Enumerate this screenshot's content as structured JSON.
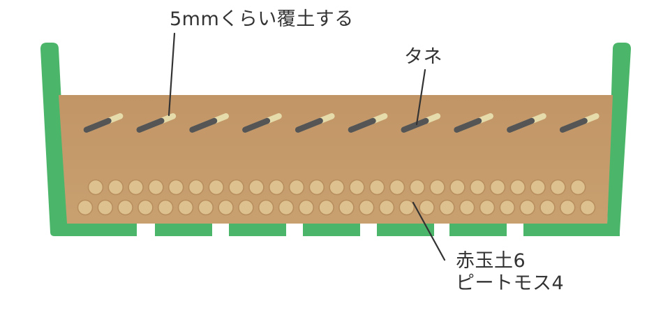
{
  "labels": {
    "cover_soil": "5mmくらい覆土する",
    "seed": "タネ",
    "mix_line1": "赤玉土6",
    "mix_line2": "ピートモス4"
  },
  "colors": {
    "pot_green": "#4bb66a",
    "soil_top": "#c29566",
    "soil_bottom": "#c8a070",
    "seed_dark": "#555555",
    "seed_light": "#e6dcab",
    "granule_fill": "#ddc28f",
    "granule_stroke": "#b98e5e",
    "leader_line": "#333333",
    "text": "#333333"
  },
  "seeds": {
    "count": 10
  },
  "granules": {
    "top_row_count": 25,
    "bottom_row_count": 26
  }
}
